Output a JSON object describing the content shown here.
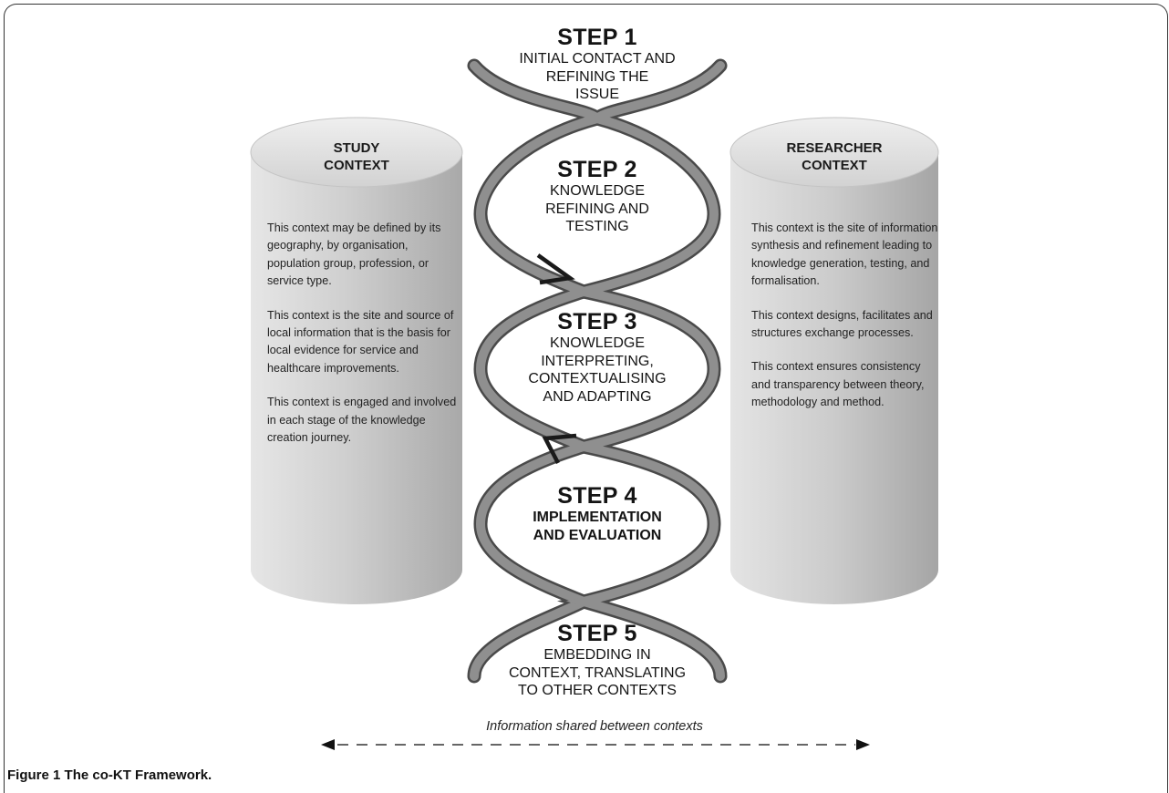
{
  "steps": [
    {
      "title": "STEP 1",
      "desc": "INITIAL CONTACT AND\nREFINING THE\nISSUE"
    },
    {
      "title": "STEP 2",
      "desc": "KNOWLEDGE\nREFINING AND\nTESTING"
    },
    {
      "title": "STEP 3",
      "desc": "KNOWLEDGE\nINTERPRETING,\nCONTEXTUALISING\nAND ADAPTING"
    },
    {
      "title": "STEP 4",
      "desc": "IMPLEMENTATION\nAND EVALUATION"
    },
    {
      "title": "STEP 5",
      "desc": "EMBEDDING IN\nCONTEXT, TRANSLATING\nTO OTHER CONTEXTS"
    }
  ],
  "study_context": {
    "title": "STUDY\nCONTEXT",
    "paragraphs": [
      "This context may be defined by its geography, by organisation, population group,  profession, or service type.",
      "This context is the site and source of local information that is the basis for local evidence for service and healthcare improvements.",
      "This context is engaged and involved in each stage of the knowledge creation journey."
    ]
  },
  "researcher_context": {
    "title": "RESEARCHER\nCONTEXT",
    "paragraphs": [
      "This context is the site of information synthesis and refinement leading to knowledge generation, testing, and formalisation.",
      "This context designs, facilitates and structures exchange processes.",
      "This context ensures consistency and transparency between theory, methodology and method."
    ]
  },
  "shared_label": "Information shared between contexts",
  "caption": {
    "label": "Figure 1",
    "text": "The co-KT Framework."
  }
}
